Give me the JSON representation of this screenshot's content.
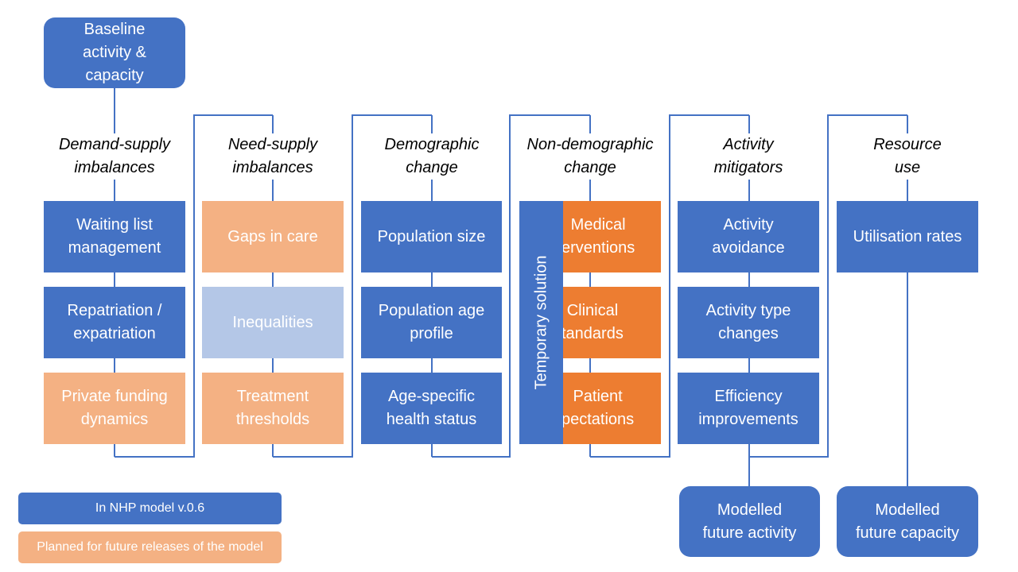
{
  "top_box": {
    "label": "Baseline\nactivity &\ncapacity"
  },
  "columns": [
    {
      "heading": "Demand-supply\nimbalances"
    },
    {
      "heading": "Need-supply\nimbalances"
    },
    {
      "heading": "Demographic\nchange"
    },
    {
      "heading": "Non-demographic\nchange"
    },
    {
      "heading": "Activity\nmitigators"
    },
    {
      "heading": "Resource\nuse"
    }
  ],
  "boxes": {
    "waiting_list": "Waiting list\nmanagement",
    "repatriation": "Repatriation /\nexpatriation",
    "private_funding": "Private funding\ndynamics",
    "gaps_in_care": "Gaps in care",
    "inequalities": "Inequalities",
    "treatment_thresholds": "Treatment\nthresholds",
    "population_size": "Population size",
    "population_age": "Population age\nprofile",
    "age_specific": "Age-specific\nhealth status",
    "medical_interventions": "Medical\nerventions",
    "clinical_standards": "Clinical\ntandards",
    "patient_expectations": "Patient\npectations",
    "activity_avoidance": "Activity\navoidance",
    "activity_type": "Activity type\nchanges",
    "efficiency": "Efficiency\nimprovements",
    "utilisation": "Utilisation rates"
  },
  "temporary_solution": "Temporary solution",
  "outputs": {
    "future_activity": "Modelled\nfuture activity",
    "future_capacity": "Modelled\nfuture capacity"
  },
  "legend": {
    "in_model": "In NHP model v.0.6",
    "planned": "Planned for future releases of the model"
  },
  "colors": {
    "blue": "#4472C4",
    "peach": "#F4B183",
    "light_blue": "#B4C7E7",
    "orange": "#ED7D31"
  }
}
